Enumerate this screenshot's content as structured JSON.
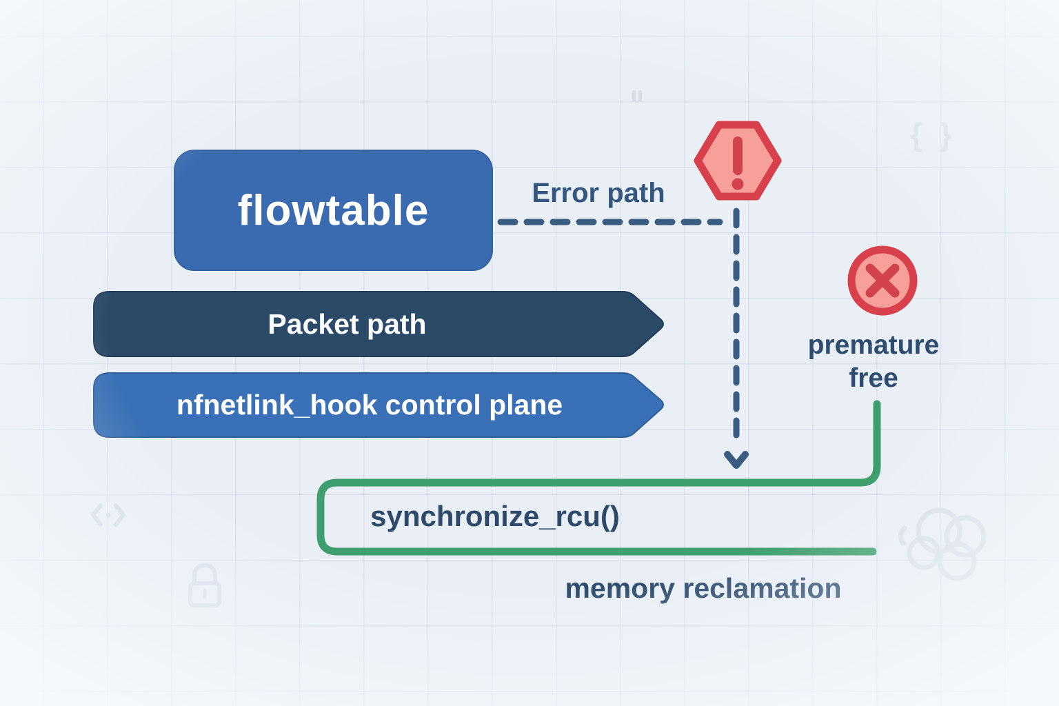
{
  "diagram": {
    "nodes": {
      "flowtable": {
        "label": "flowtable",
        "fill": "#3a6bb0"
      },
      "packet_path": {
        "label": "Packet path",
        "fill": "#2b4a68"
      },
      "nfnetlink": {
        "label": "nfnetlink_hook control plane",
        "fill": "#3a70b5"
      },
      "synchronize_rcu": {
        "label": "synchronize_rcu()",
        "stroke_color": "#3f9e6e"
      }
    },
    "labels": {
      "error_path": "Error path",
      "premature_free": "premature\nfree",
      "memory_reclamation": "memory reclamation"
    },
    "icons": {
      "alert": "alert-hexagon-icon",
      "premature_free_marker": "x-circle-icon",
      "arrowhead": "arrowhead-down-icon",
      "decorations": [
        "braces-icon",
        "code-chevrons-icon",
        "lock-icon",
        "cloud-icon",
        "pause-bars-icon"
      ]
    },
    "colors": {
      "background": "#eaeff6",
      "grid_line": "#dce4ee",
      "dashed_line": "#3a5c80",
      "green_path": "#3f9e6e",
      "alert_fill": "#f7a09a",
      "alert_stroke": "#d8414b",
      "alert_glyph": "#d2434c",
      "label_text": "#2e4d6e",
      "node_text": "#ffffff"
    },
    "decoration_glyphs": {
      "braces": "{ }"
    }
  }
}
